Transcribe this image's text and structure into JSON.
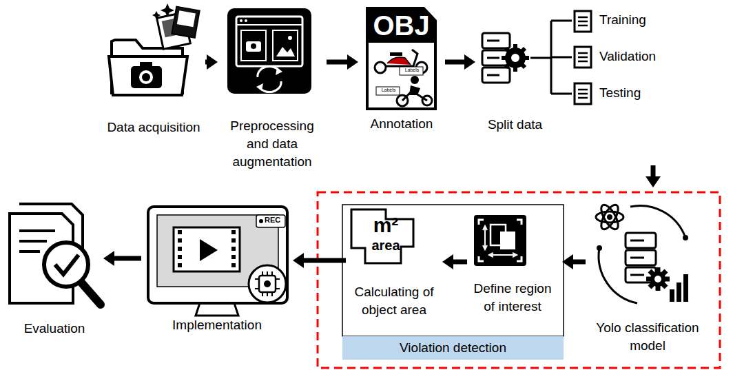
{
  "diagram": {
    "nodes": [
      {
        "text": [
          "Data acquisition"
        ]
      },
      {
        "text": [
          "Preprocessing and data augmentation"
        ]
      },
      {
        "text": [
          "Annotation"
        ]
      },
      {
        "text": [
          "Split data"
        ]
      },
      {
        "text": [
          "Yolo classification model"
        ]
      },
      {
        "text": [
          "Define region of interest"
        ]
      },
      {
        "text": [
          "Calculating of object area"
        ]
      },
      {
        "text": [
          "Violation detection"
        ]
      },
      {
        "text": [
          "Implementation"
        ]
      },
      {
        "text": [
          "Evaluation"
        ]
      }
    ],
    "edges": [
      {
        "from": 0,
        "to": 1,
        "arrow": "to"
      },
      {
        "from": 1,
        "to": 2,
        "arrow": "to"
      },
      {
        "from": 2,
        "to": 3,
        "arrow": "to"
      },
      {
        "from": 3,
        "to": 4,
        "arrow": "to"
      },
      {
        "from": 4,
        "to": 5,
        "arrow": "to"
      },
      {
        "from": 5,
        "to": 6,
        "arrow": "to"
      },
      {
        "from": 6,
        "to": 8,
        "arrow": "to"
      },
      {
        "from": 8,
        "to": 9,
        "arrow": "to"
      }
    ],
    "labels": [
      "OBJ",
      "Labels",
      "Labels",
      "Training",
      "Validation",
      "Testing",
      "m²",
      "area",
      "REC"
    ]
  }
}
